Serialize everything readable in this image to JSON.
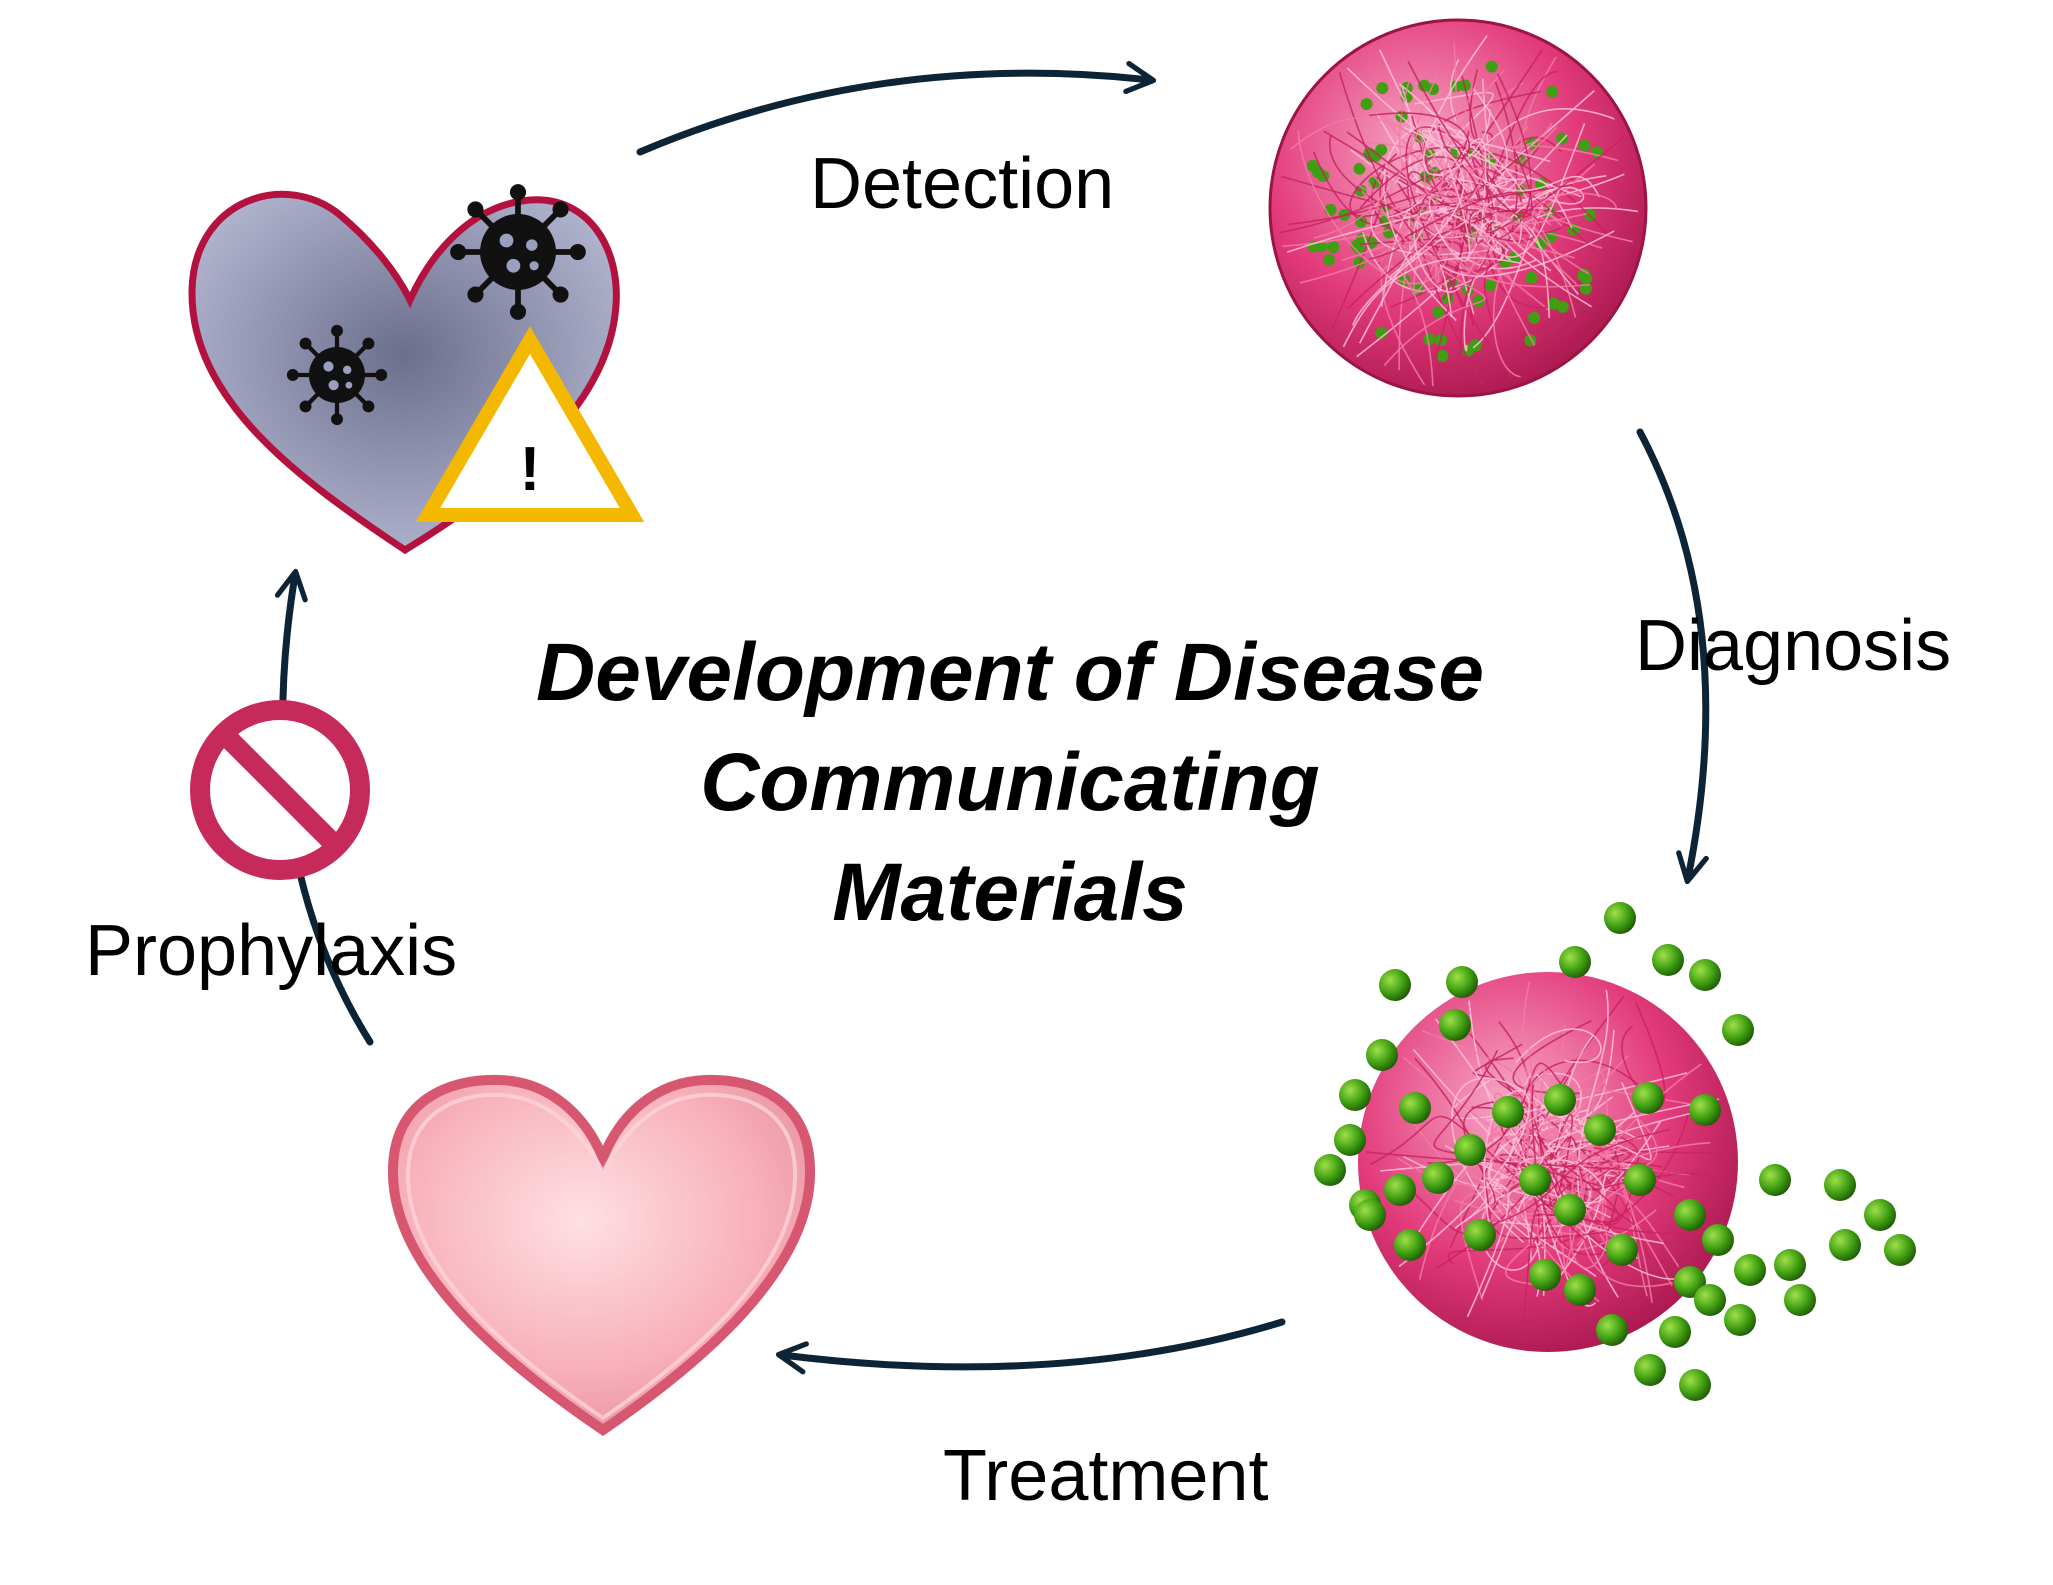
{
  "title_lines": [
    "Development of Disease",
    "Communicating",
    "Materials"
  ],
  "stages": {
    "detection": "Detection",
    "diagnosis": "Diagnosis",
    "treatment": "Treatment",
    "prophylaxis": "Prophylaxis"
  },
  "warning_symbol": "!",
  "icons": {
    "diseased_heart": "heart-icon",
    "virus": "virus-icon",
    "warning": "warning-triangle-icon",
    "nanoparticle": "fiber-sphere-icon",
    "released_particle": "burst-sphere-icon",
    "healthy_heart": "heart-icon",
    "prohibition": "prohibition-icon"
  },
  "colors": {
    "arrow": "#0d2436",
    "heart_outline": "#b3113e",
    "heart_fill": "#9a9fc0",
    "warning": "#f5b800",
    "sphere": "#e23a7a",
    "drug": "#3f9e12",
    "healthy_heart": "#f7a6b2",
    "prohibition": "#c62a5a"
  }
}
